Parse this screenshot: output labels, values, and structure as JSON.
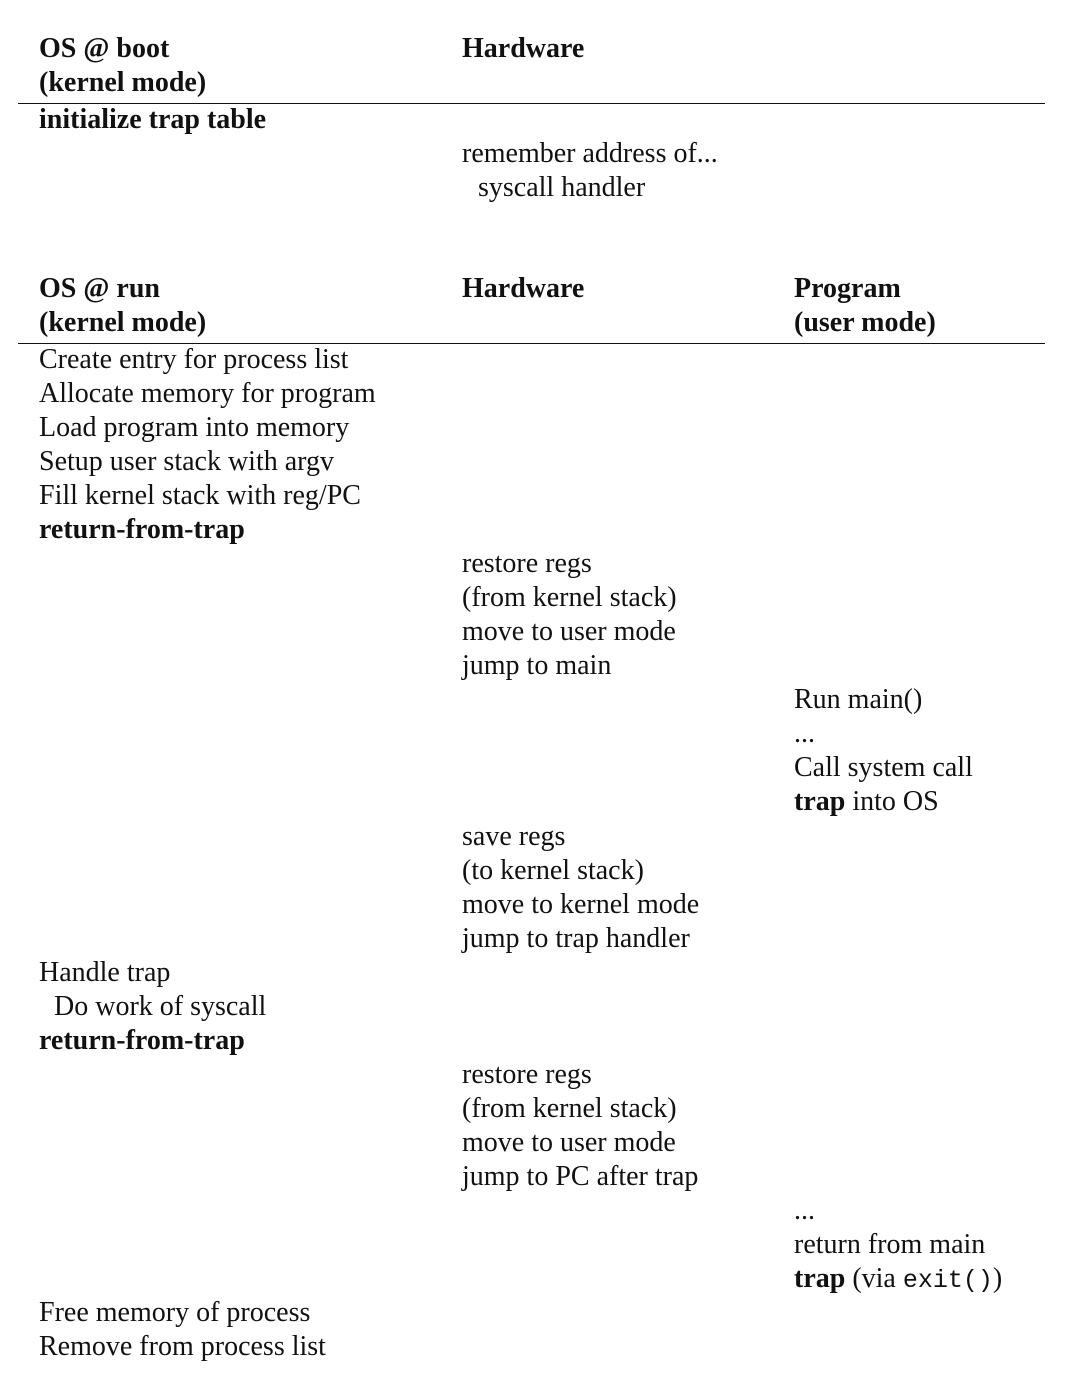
{
  "boot_table": {
    "header": {
      "os_line1": "OS @ boot",
      "os_line2": "(kernel mode)",
      "hardware": "Hardware"
    },
    "rows": {
      "os_init": "initialize trap table",
      "hw_remember": "remember address of...",
      "hw_syscall_handler": "syscall handler"
    }
  },
  "run_table": {
    "header": {
      "os_line1": "OS @ run",
      "os_line2": "(kernel mode)",
      "hardware": "Hardware",
      "program_line1": "Program",
      "program_line2": "(user mode)"
    },
    "os_block1": [
      "Create entry for process list",
      "Allocate memory for program",
      "Load program into memory",
      "Setup user stack with argv",
      "Fill kernel stack with reg/PC",
      "return-from-trap"
    ],
    "hw_block1": [
      "restore regs",
      "(from kernel stack)",
      "move to user mode",
      "jump to main"
    ],
    "prog_block1": {
      "run_main": "Run main()",
      "ellipsis": "...",
      "call_syscall": "Call system call",
      "trap_word": "trap",
      "trap_rest": " into OS"
    },
    "hw_block2": [
      "save regs",
      "(to kernel stack)",
      "move to kernel mode",
      "jump to trap handler"
    ],
    "os_block2": {
      "handle_trap": "Handle trap",
      "do_work": "Do work of syscall",
      "return_from_trap": "return-from-trap"
    },
    "hw_block3": [
      "restore regs",
      "(from kernel stack)",
      "move to user mode",
      "jump to PC after trap"
    ],
    "prog_block2": {
      "ellipsis": "...",
      "return_from_main": "return from main",
      "trap_word": "trap",
      "via_open": " (via ",
      "exit_code": "exit()",
      "via_close": ")"
    },
    "os_block3": [
      "Free memory of process",
      "Remove from process list"
    ]
  }
}
